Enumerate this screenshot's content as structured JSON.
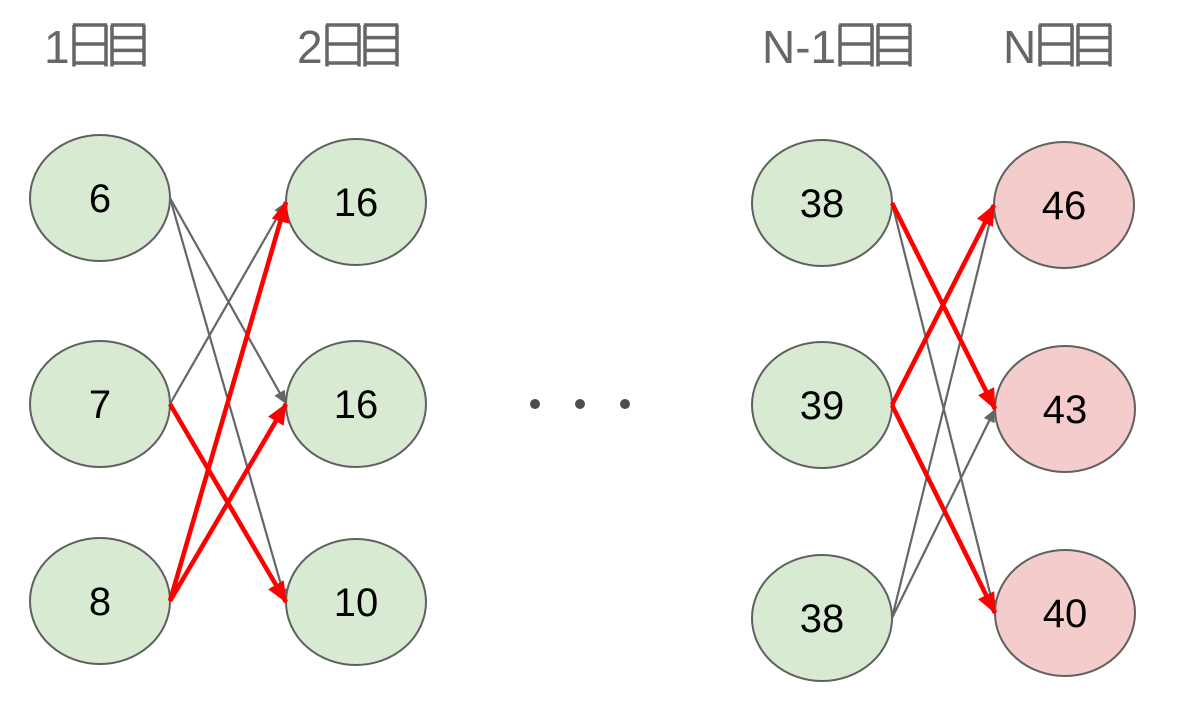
{
  "diagram": {
    "description": "Day-by-day transition graph (dynamic programming style) with candidate edges in gray and chosen edges in red",
    "columns": [
      {
        "id": "day-1",
        "label": "1日目",
        "nodes": [
          {
            "id": "c1-1",
            "value": "6",
            "fill": "green"
          },
          {
            "id": "c1-2",
            "value": "7",
            "fill": "green"
          },
          {
            "id": "c1-3",
            "value": "8",
            "fill": "green"
          }
        ]
      },
      {
        "id": "day-2",
        "label": "2日目",
        "nodes": [
          {
            "id": "c2-1",
            "value": "16",
            "fill": "green"
          },
          {
            "id": "c2-2",
            "value": "16",
            "fill": "green"
          },
          {
            "id": "c2-3",
            "value": "10",
            "fill": "green"
          }
        ]
      },
      {
        "id": "day-n-1",
        "label": "N-1日目",
        "nodes": [
          {
            "id": "c3-1",
            "value": "38",
            "fill": "green"
          },
          {
            "id": "c3-2",
            "value": "39",
            "fill": "green"
          },
          {
            "id": "c3-3",
            "value": "38",
            "fill": "green"
          }
        ]
      },
      {
        "id": "day-n",
        "label": "N日目",
        "nodes": [
          {
            "id": "c4-1",
            "value": "46",
            "fill": "pink"
          },
          {
            "id": "c4-2",
            "value": "43",
            "fill": "pink"
          },
          {
            "id": "c4-3",
            "value": "40",
            "fill": "pink"
          }
        ]
      }
    ],
    "edges": [
      {
        "from": "c1-1",
        "to": "c2-2",
        "color": "gray"
      },
      {
        "from": "c1-1",
        "to": "c2-3",
        "color": "gray"
      },
      {
        "from": "c1-2",
        "to": "c2-1",
        "color": "gray"
      },
      {
        "from": "c1-2",
        "to": "c2-3",
        "color": "red"
      },
      {
        "from": "c1-3",
        "to": "c2-1",
        "color": "red"
      },
      {
        "from": "c1-3",
        "to": "c2-2",
        "color": "red"
      },
      {
        "from": "c3-1",
        "to": "c4-2",
        "color": "red"
      },
      {
        "from": "c3-1",
        "to": "c4-3",
        "color": "gray"
      },
      {
        "from": "c3-2",
        "to": "c4-1",
        "color": "red"
      },
      {
        "from": "c3-2",
        "to": "c4-3",
        "color": "red"
      },
      {
        "from": "c3-3",
        "to": "c4-1",
        "color": "gray"
      },
      {
        "from": "c3-3",
        "to": "c4-2",
        "color": "gray"
      }
    ],
    "separator": {
      "type": "ellipsis-dots",
      "count": 3
    },
    "colors": {
      "node_green": "#d9ead3",
      "node_pink": "#f4cccc",
      "node_border": "#606060",
      "edge_gray": "#666666",
      "edge_red": "#ff0000",
      "label_text": "#666666",
      "node_text": "#000000",
      "dot": "#4d4d4d",
      "background": "#ffffff"
    }
  }
}
